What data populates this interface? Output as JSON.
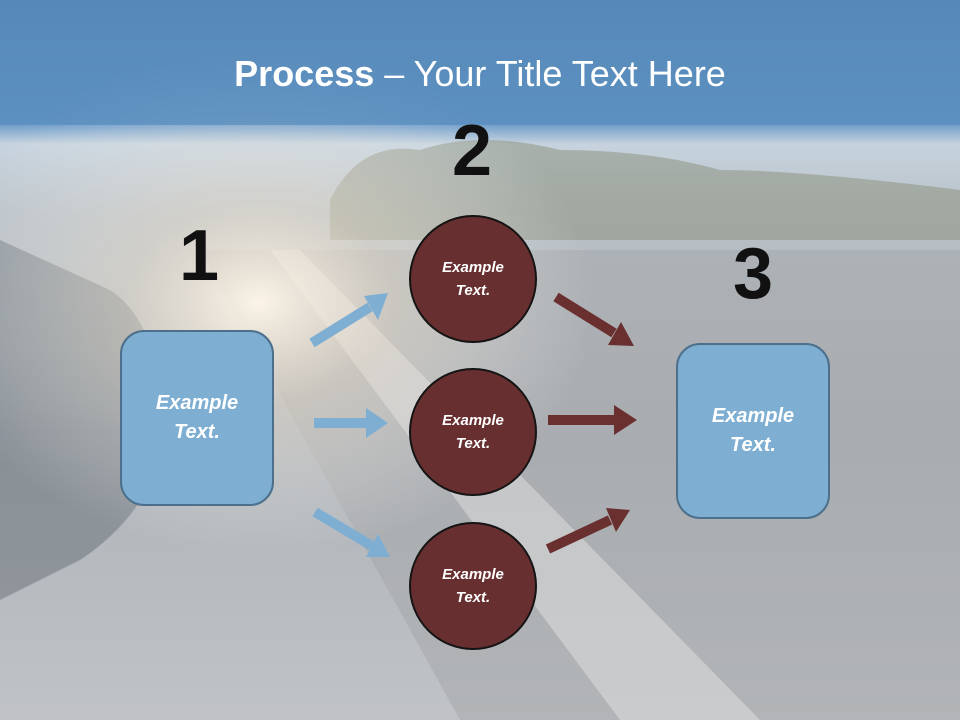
{
  "slide": {
    "title_bold": "Process",
    "title_rest": " – Your Title Text Here",
    "step_numbers": [
      "1",
      "2",
      "3"
    ],
    "left_box": "Example Text.",
    "circles": [
      "Example Text.",
      "Example Text.",
      "Example Text."
    ],
    "right_box": "Example Text."
  },
  "colors": {
    "box_fill": "#7eaed2",
    "circle_fill": "#682f30",
    "blue_arrow": "#7eaed2",
    "red_arrow": "#6a2f2f",
    "header_blue": "#5b8fbf"
  },
  "icons": [
    "arrow-right-icon"
  ]
}
